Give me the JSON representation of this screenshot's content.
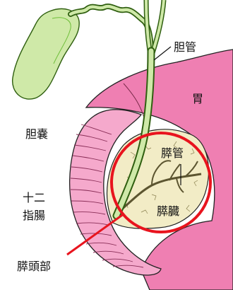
{
  "labels": {
    "bile_duct": "胆管",
    "stomach": "胃",
    "gallbladder": "胆嚢",
    "pancreatic_duct": "膵管",
    "duodenum_line1": "十二",
    "duodenum_line2": "指腸",
    "pancreas": "膵臓",
    "pancreatic_head": "膵頭部"
  },
  "colors": {
    "gallbladder_fill": "#cfe9a8",
    "gallbladder_stroke": "#6fbf3a",
    "stomach_fill": "#ef7fb2",
    "pancreas_fill": "#f2ecc6",
    "duodenum_fill": "#f5a9cc",
    "highlight_circle": "#e8141e"
  }
}
